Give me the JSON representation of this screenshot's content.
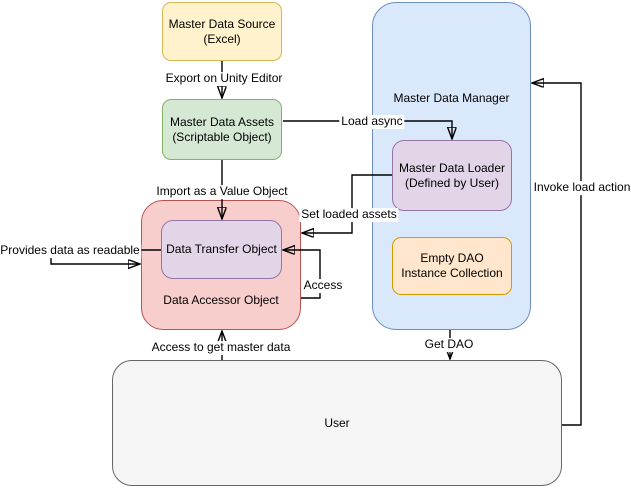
{
  "nodes": {
    "master_data_source": {
      "label": "Master Data Source",
      "sublabel": "(Excel)"
    },
    "master_data_assets": {
      "label": "Master Data Assets",
      "sublabel": "(Scriptable Object)"
    },
    "master_data_manager": {
      "label": "Master Data Manager"
    },
    "master_data_loader": {
      "label": "Master Data Loader",
      "sublabel": "(Defined by User)"
    },
    "empty_dao_collection": {
      "label": "Empty DAO",
      "sublabel": "Instance Collection"
    },
    "data_accessor_object": {
      "label": "Data Accessor Object"
    },
    "data_transfer_object": {
      "label": "Data Transfer Object"
    },
    "user": {
      "label": "User"
    }
  },
  "edges": {
    "export_on_unity_editor": {
      "label": "Export on Unity Editor"
    },
    "load_async": {
      "label": "Load async"
    },
    "import_as_value_object": {
      "label": "Import as a Value Object"
    },
    "set_loaded_assets": {
      "label": "Set loaded assets"
    },
    "access": {
      "label": "Access"
    },
    "provides_data_as_readable": {
      "label": "Provides data as readable"
    },
    "access_to_get_master_data": {
      "label": "Access to get master data"
    },
    "get_dao": {
      "label": "Get DAO"
    },
    "invoke_load_action": {
      "label": "Invoke load action"
    }
  },
  "colors": {
    "yellow_fill": "#FFF2CC",
    "yellow_stroke": "#D6B656",
    "green_fill": "#D5E8D4",
    "green_stroke": "#82B366",
    "blue_fill": "#DAE8FC",
    "blue_stroke": "#6C8EBF",
    "purple_fill": "#E1D5E7",
    "purple_stroke": "#9673A6",
    "red_fill": "#F8CECC",
    "red_stroke": "#B85450",
    "orange_fill": "#FFE6CC",
    "orange_stroke": "#D79B00",
    "gray_fill": "#F5F5F5",
    "gray_stroke": "#666666",
    "connector": "#000000"
  }
}
